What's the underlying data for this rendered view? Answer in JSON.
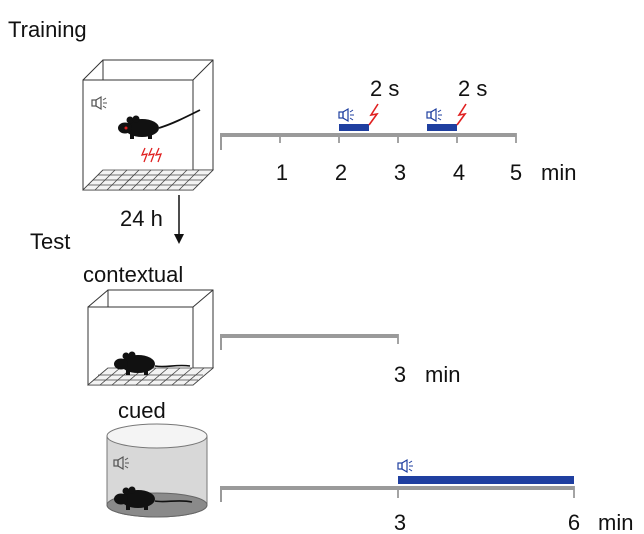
{
  "labels": {
    "training": "Training",
    "test": "Test",
    "delay": "24 h",
    "contextual": "contextual",
    "cued": "cued"
  },
  "training_timeline": {
    "ticks": [
      "1",
      "2",
      "3",
      "4",
      "5"
    ],
    "unit": "min",
    "shock_duration_labels": [
      "2 s",
      "2 s"
    ],
    "tone_periods_min": [
      [
        2.0,
        2.5
      ],
      [
        3.5,
        4.0
      ]
    ],
    "range_min": [
      0,
      5
    ]
  },
  "contextual_timeline": {
    "end_tick": "3",
    "unit": "min",
    "range_min": [
      0,
      3
    ]
  },
  "cued_timeline": {
    "ticks": [
      "3",
      "6"
    ],
    "unit": "min",
    "range_min": [
      0,
      6
    ],
    "tone_period_min": [
      3,
      6
    ]
  },
  "icons": [
    "speaker-icon",
    "shock-bolt-icon",
    "mouse-icon",
    "conditioning-box-icon",
    "cylinder-chamber-icon"
  ],
  "colors": {
    "tone_bar": "#1f3fa0",
    "timeline": "#9a9a9a",
    "shock": "#e02020",
    "mouse": "#111111"
  }
}
